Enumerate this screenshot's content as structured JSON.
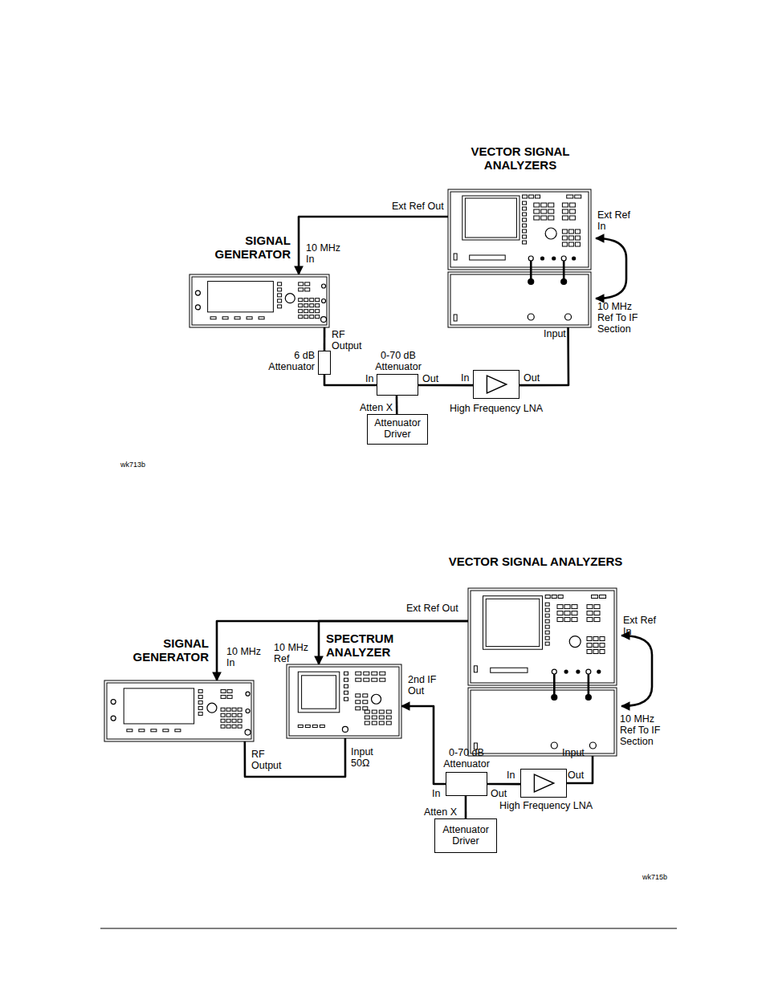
{
  "diagram": {
    "nodes": [
      {
        "text": [
          "VECTOR SIGNAL ANALYZERS"
        ]
      },
      {
        "text": [
          "SIGNAL GENERATOR"
        ]
      },
      {
        "text": [
          "6 dB Attenuator"
        ]
      },
      {
        "text": [
          "0-70 dB Attenuator"
        ]
      },
      {
        "text": [
          "Attenuator Driver"
        ]
      },
      {
        "text": [
          "High Frequency LNA"
        ]
      },
      {
        "text": [
          "VECTOR SIGNAL ANALYZERS"
        ]
      },
      {
        "text": [
          "SIGNAL GENERATOR"
        ]
      },
      {
        "text": [
          "SPECTRUM ANALYZER"
        ]
      },
      {
        "text": [
          "0-70 dB Attenuator"
        ]
      },
      {
        "text": [
          "Attenuator Driver"
        ]
      },
      {
        "text": [
          "High Frequency LNA"
        ]
      }
    ],
    "edges": [
      {
        "from": 0,
        "to": 1,
        "arrow": "to"
      },
      {
        "from": 1,
        "to": 2,
        "arrow": "none"
      },
      {
        "from": 2,
        "to": 3,
        "arrow": "none"
      },
      {
        "from": 4,
        "to": 3,
        "arrow": "none"
      },
      {
        "from": 3,
        "to": 5,
        "arrow": "none"
      },
      {
        "from": 5,
        "to": 0,
        "arrow": "none"
      },
      {
        "from": 6,
        "to": 7,
        "arrow": "to"
      },
      {
        "from": 6,
        "to": 8,
        "arrow": "to"
      },
      {
        "from": 7,
        "to": 8,
        "arrow": "none"
      },
      {
        "from": 9,
        "to": 8,
        "arrow": "to"
      },
      {
        "from": 10,
        "to": 9,
        "arrow": "none"
      },
      {
        "from": 9,
        "to": 11,
        "arrow": "none"
      },
      {
        "from": 11,
        "to": 6,
        "arrow": "none"
      }
    ],
    "labels": [
      "Ext Ref Out",
      "10 MHz In",
      "Ext Ref In",
      "10 MHz Ref To IF Section",
      "RF Output",
      "In",
      "Out",
      "In",
      "Out",
      "Atten X",
      "Input",
      "wk713b",
      "Ext Ref Out",
      "10 MHz In",
      "10 MHz Ref",
      "Ext Ref In",
      "10 MHz Ref To IF Section",
      "2nd IF Out",
      "RF Output",
      "Input 50Ω",
      "Input",
      "In",
      "Out",
      "In",
      "Out",
      "Atten X",
      "wk715b"
    ]
  }
}
